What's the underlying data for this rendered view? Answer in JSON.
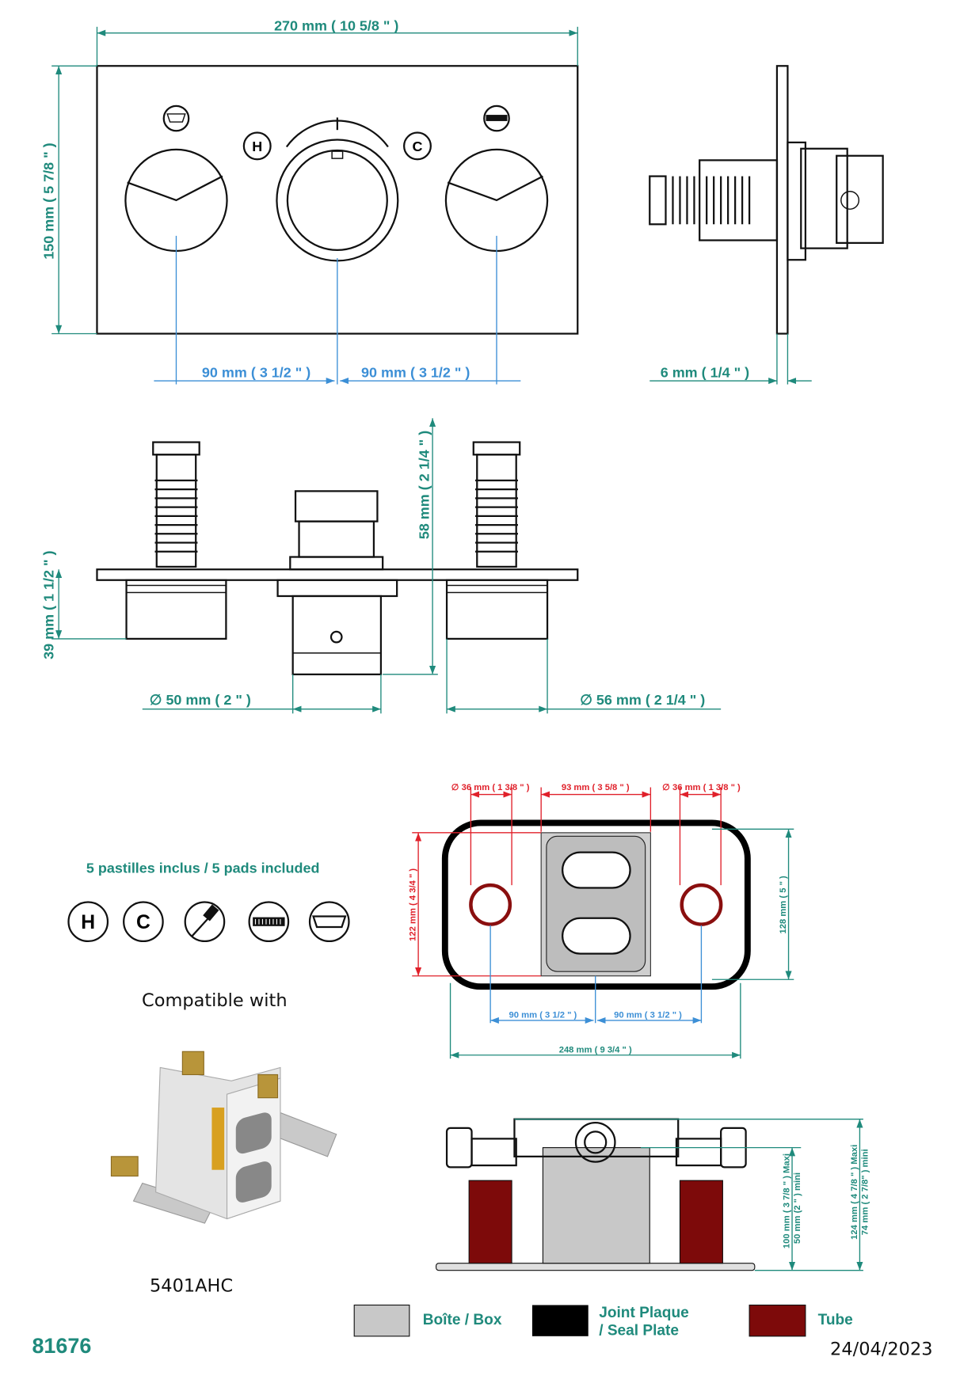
{
  "front_view": {
    "width_dim": "270 mm ( 10 5/8 \" )",
    "height_dim": "150 mm ( 5 7/8 \" )",
    "spacing_left": "90 mm ( 3 1/2 \" )",
    "spacing_right": "90 mm ( 3 1/2 \" )",
    "hot_symbol": "H",
    "cold_symbol": "C"
  },
  "side_view": {
    "thickness_dim": "6 mm ( 1/4 \" )"
  },
  "section_view": {
    "depth_dim": "58 mm ( 2 1/4 \" )",
    "recess_dim": "39 mm ( 1 1/2 \" )",
    "diameter_center": "∅ 50 mm ( 2 \" )",
    "diameter_side": "∅ 56 mm ( 2 1/4 \" )"
  },
  "box_top_view": {
    "hole_left": "∅ 36 mm ( 1 3/8 \" )",
    "center_width": "93 mm ( 3 5/8 \" )",
    "hole_right": "∅ 36 mm ( 1 3/8 \" )",
    "inner_height": "122 mm ( 4 3/4 \" )",
    "outer_height": "128 mm ( 5 \" )",
    "spacing_left": "90 mm ( 3 1/2 \" )",
    "spacing_right": "90 mm ( 3 1/2 \" )",
    "total_width": "248 mm ( 9 3/4 \" )"
  },
  "box_side_view": {
    "inner_max": "100 mm ( 3 7/8 \" )  Maxi",
    "inner_min": "50 mm (2 \" ) mini",
    "outer_max": "124 mm ( 4 7/8 \" )  Maxi",
    "outer_min": "74 mm ( 2 7/8\" ) mini"
  },
  "pads": {
    "title": "5 pastilles inclus / 5 pads included",
    "icons": [
      "hot-h-icon",
      "cold-c-icon",
      "hand-shower-icon",
      "shower-head-icon",
      "bathtub-icon"
    ],
    "labels": [
      "H",
      "C"
    ]
  },
  "compatible": {
    "label": "Compatible with",
    "model": "5401AHC"
  },
  "legend": [
    {
      "label": "Boîte / Box",
      "color": "#c8c8c8"
    },
    {
      "label": "Joint Plaque",
      "label2": "/ Seal Plate",
      "color": "#000000"
    },
    {
      "label": "Tube",
      "color": "#7d0a0a"
    }
  ],
  "footer": {
    "reference": "81676",
    "date": "24/04/2023"
  },
  "colors": {
    "teal": "#1f8a7c",
    "blue": "#3c8fd6",
    "red": "#e0202a"
  }
}
